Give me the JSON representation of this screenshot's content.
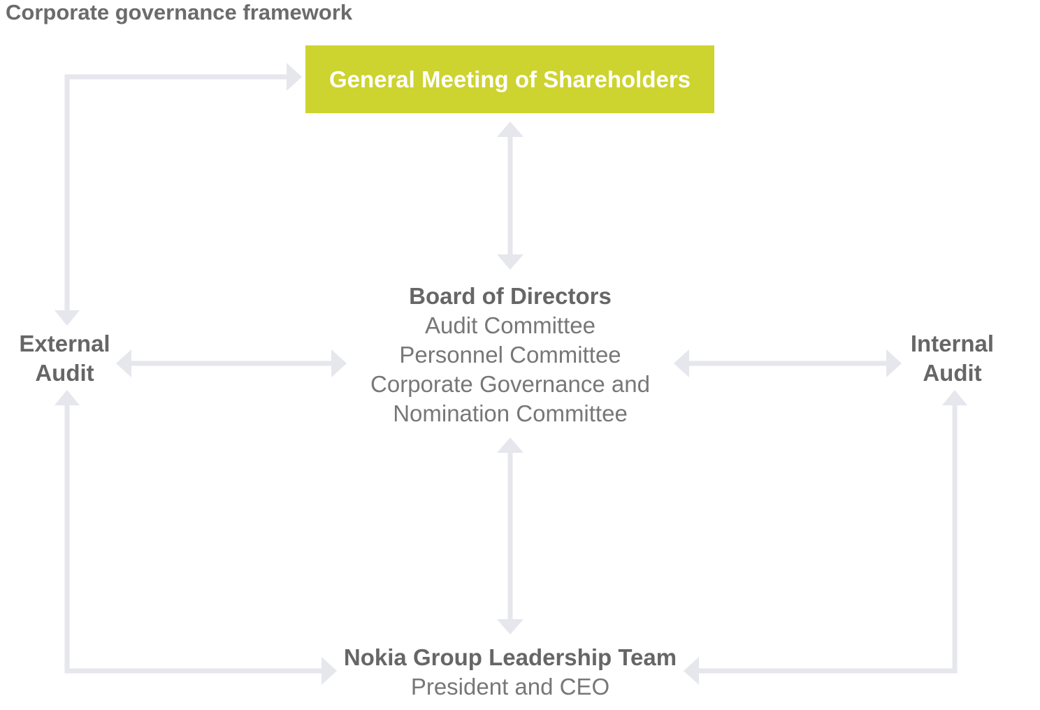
{
  "title": "Corporate governance framework",
  "colors": {
    "accent": "#cdd32f",
    "arrow": "#e6e6ed",
    "text": "#666666"
  },
  "general_meeting": {
    "label": "General Meeting of Shareholders"
  },
  "board": {
    "heading": "Board of Directors",
    "committees": [
      "Audit Committee",
      "Personnel Committee",
      "Corporate Governance and",
      "Nomination Committee"
    ]
  },
  "leadership": {
    "heading": "Nokia Group Leadership Team",
    "sub": "President and CEO"
  },
  "external_audit": {
    "lines": [
      "External",
      "Audit"
    ]
  },
  "internal_audit": {
    "lines": [
      "Internal",
      "Audit"
    ]
  }
}
